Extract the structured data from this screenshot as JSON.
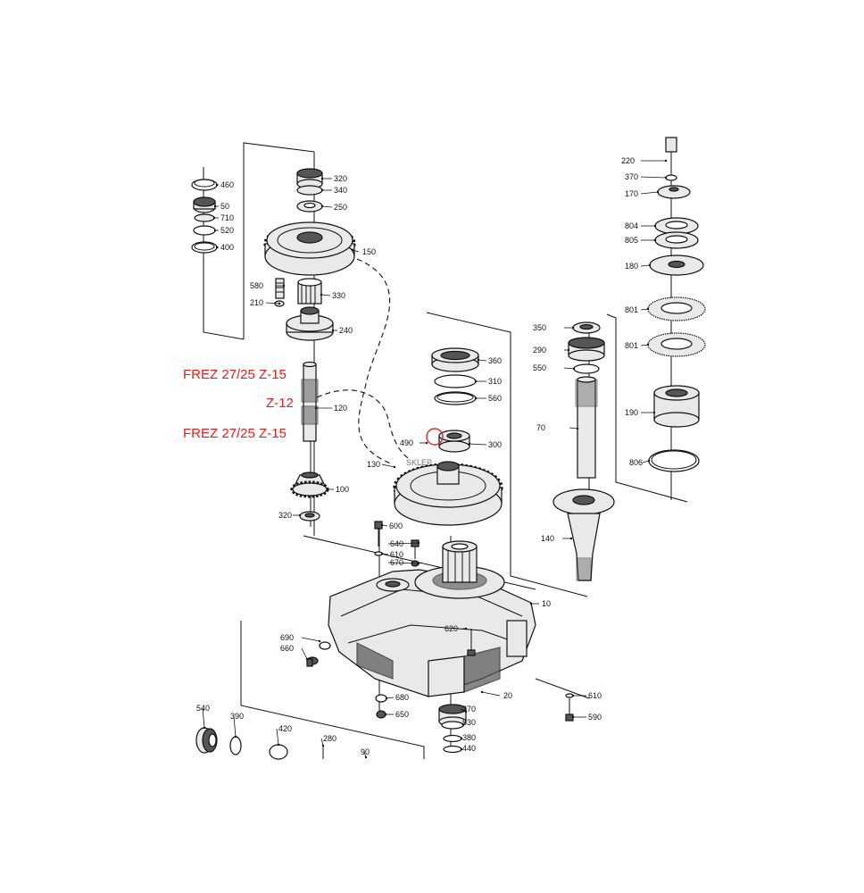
{
  "annotations": [
    {
      "id": "frez-top",
      "text": "FREZ 27/25  Z-15"
    },
    {
      "id": "z12",
      "text": "Z-12"
    },
    {
      "id": "frez-bottom",
      "text": "FREZ 27/25  Z-15"
    }
  ],
  "part_numbers": [
    "460",
    "50",
    "710",
    "520",
    "400",
    "320",
    "340",
    "250",
    "150",
    "580",
    "330",
    "210",
    "240",
    "120",
    "100",
    "320",
    "600",
    "640",
    "610",
    "670",
    "360",
    "310",
    "560",
    "490",
    "300",
    "130",
    "350",
    "290",
    "550",
    "70",
    "140",
    "10",
    "620",
    "690",
    "660",
    "680",
    "650",
    "270",
    "530",
    "380",
    "440",
    "610",
    "590",
    "20",
    "540",
    "390",
    "420",
    "280",
    "90",
    "220",
    "370",
    "170",
    "804",
    "805",
    "180",
    "801",
    "801",
    "190",
    "806"
  ],
  "watermark": {
    "text": "SKLEP"
  }
}
